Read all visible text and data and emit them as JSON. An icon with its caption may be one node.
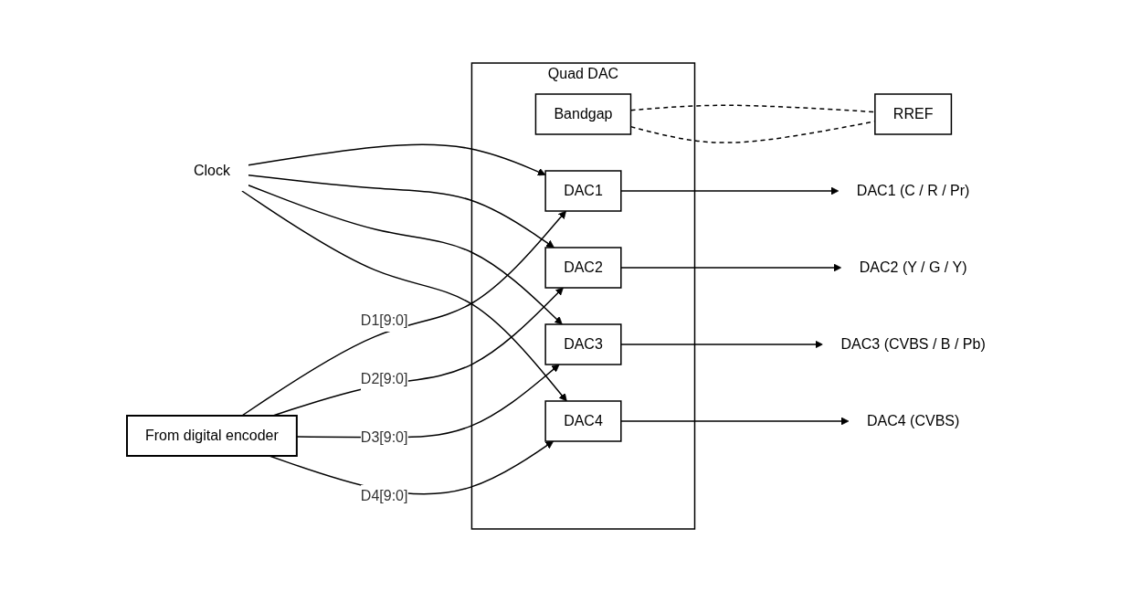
{
  "diagram": {
    "nodes": [
      {
        "text": [
          "From digital encoder"
        ]
      },
      {
        "text": [
          "Clock"
        ]
      },
      {
        "text": [
          "Quad DAC"
        ]
      },
      {
        "text": [
          "Bandgap"
        ],
        "in": 2
      },
      {
        "text": [
          "DAC1"
        ],
        "in": 2
      },
      {
        "text": [
          "DAC2"
        ],
        "in": 2
      },
      {
        "text": [
          "DAC3"
        ],
        "in": 2
      },
      {
        "text": [
          "DAC4"
        ],
        "in": 2
      },
      {
        "text": [
          "RREF"
        ]
      },
      {
        "text": [
          "DAC1 (C / R / Pr)"
        ]
      },
      {
        "text": [
          "DAC2 (Y / G / Y)"
        ]
      },
      {
        "text": [
          "DAC3 (CVBS / B / Pb)"
        ]
      },
      {
        "text": [
          "DAC4 (CVBS)"
        ]
      }
    ],
    "edges": [
      {
        "from": 1,
        "to": 4,
        "arrow": "to"
      },
      {
        "from": 0,
        "to": 4,
        "arrow": "to",
        "label": "D1[9:0]"
      },
      {
        "from": 1,
        "to": 5,
        "arrow": "to"
      },
      {
        "from": 0,
        "to": 5,
        "arrow": "to",
        "label": "D2[9:0]"
      },
      {
        "from": 1,
        "to": 6,
        "arrow": "to"
      },
      {
        "from": 0,
        "to": 6,
        "arrow": "to",
        "label": "D3[9:0]"
      },
      {
        "from": 0,
        "to": 7,
        "arrow": "to",
        "label": "D4[9:0]"
      },
      {
        "from": 1,
        "to": 7,
        "arrow": "to"
      },
      {
        "from": 3,
        "to": 8,
        "arrow": "none",
        "style": "dashed"
      },
      {
        "from": 3,
        "to": 8,
        "arrow": "none",
        "style": "dashed"
      },
      {
        "from": 4,
        "to": 9,
        "arrow": "to"
      },
      {
        "from": 5,
        "to": 10,
        "arrow": "to"
      },
      {
        "from": 6,
        "to": 11,
        "arrow": "to"
      },
      {
        "from": 7,
        "to": 12,
        "arrow": "to"
      }
    ]
  }
}
